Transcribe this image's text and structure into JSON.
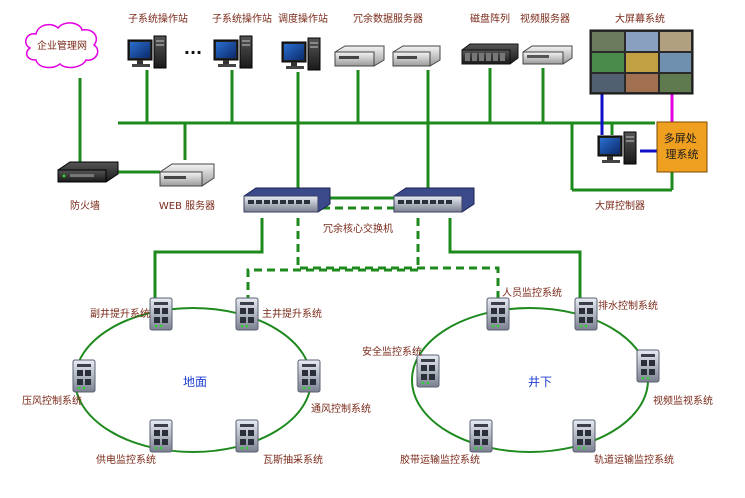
{
  "cloud": {
    "label": "企业管理网"
  },
  "top_devices": {
    "ws1": "子系统操作站",
    "ws2": "子系统操作站",
    "dispatch": "调度操作站",
    "ellipsis": "···",
    "redundant_server": "冗余数据服务器",
    "disk_array": "磁盘阵列",
    "video_server": "视频服务器",
    "videowall": "大屏幕系统"
  },
  "middle_devices": {
    "firewall": "防火墙",
    "web_server": "WEB 服务器",
    "core_switch": "冗余核心交换机",
    "multi_screen": "多屏处理系统",
    "screen_controller": "大屏控制器"
  },
  "ground_ring": {
    "center": "地面",
    "nodes": [
      "副井提升系统",
      "主井提升系统",
      "通风控制系统",
      "瓦斯抽采系统",
      "供电监控系统",
      "压风控制系统"
    ]
  },
  "underground_ring": {
    "center": "井下",
    "nodes": [
      "人员监控系统",
      "排水控制系统",
      "视频监视系统",
      "轨道运输监控系统",
      "胶带运输监控系统",
      "安全监控系统"
    ]
  },
  "colors": {
    "green_line": "#1e8a1e",
    "magenta": "#e000e0",
    "blue": "#1010c8",
    "orange_box": "#f0a020",
    "ring_text": "#1f3fd0"
  }
}
